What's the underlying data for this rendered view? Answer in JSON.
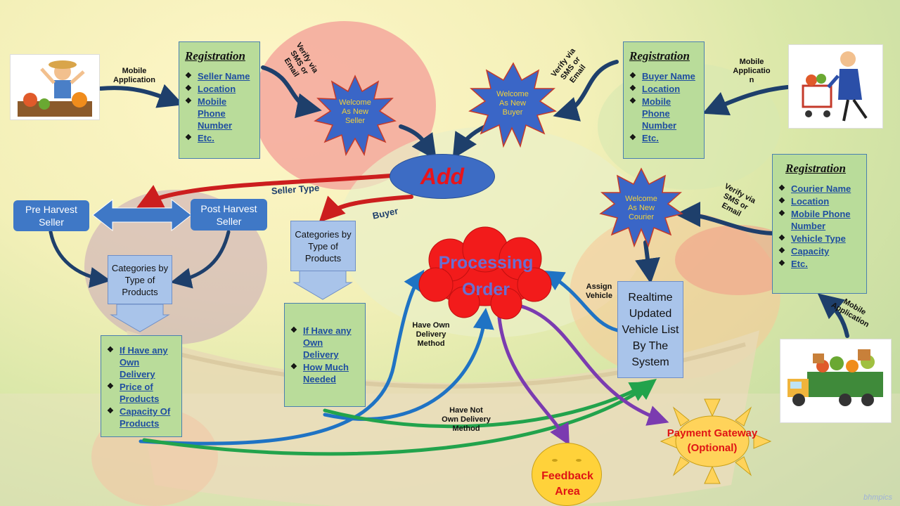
{
  "colors": {
    "green_box": "#b9dc9a",
    "blue_button": "#3f78c6",
    "category_box": "#a9c4ea",
    "starburst": "#3a66c7",
    "add_oval": "#3d6cc4",
    "add_text": "#e8141b",
    "processing_cloud": "#f21b1b",
    "processing_text": "#6a6fd1",
    "red_arrow": "#cc1e1e",
    "dark_arrow": "#1e3f6b",
    "blue_arrow": "#1f73c4",
    "green_arrow": "#22a34c",
    "purple_arrow": "#7b3bb0",
    "feedback_circle": "#ffd23a",
    "sun_rays": "#ffd35a"
  },
  "seller_registration": {
    "title": "Registration",
    "items": [
      "Seller Name",
      "Location",
      "Mobile Phone Number",
      "Etc."
    ]
  },
  "buyer_registration": {
    "title": "Registration",
    "items": [
      "Buyer Name",
      "Location",
      "Mobile Phone Number",
      "Etc."
    ]
  },
  "courier_registration": {
    "title": "Registration",
    "items": [
      "Courier Name",
      "Location",
      "Mobile Phone Number",
      "Vehicle Type",
      "Capacity",
      "Etc."
    ]
  },
  "labels": {
    "mobile_application": "Mobile Application",
    "buyer_mobile_app": "Mobile Applicatio n",
    "courier_mobile_app": "Mobile Application",
    "verify_seller": "Verify via SMS or Email",
    "verify_buyer": "Verify via SMS or Email",
    "verify_courier": "Verify via SMS or Email",
    "seller_type": "Seller Type",
    "buyer": "Buyer",
    "assign_vehicle": "Assign Vehicle",
    "have_own_delivery": "Have Own Delivery Method",
    "have_not_own_delivery": "Have Not Own Delivery Method"
  },
  "welcome": {
    "seller": "Welcome As New Seller",
    "buyer": "Welcome As New Buyer",
    "courier": "Welcome As New Courier"
  },
  "add_label": "Add",
  "processing_order": "Processing Order",
  "pre_harvest": "Pre Harvest Seller",
  "post_harvest": "Post Harvest Seller",
  "seller_categories": "Categories by Type of Products",
  "buyer_categories": "Categories by Type of Products",
  "seller_details": [
    "If Have any Own Delivery",
    "Price of Products",
    "Capacity Of Products"
  ],
  "buyer_details": [
    "If Have any Own Delivery",
    "How Much Needed"
  ],
  "vehicle_list": "Realtime Updated Vehicle List By The System",
  "feedback": "Feedback Area",
  "payment": "Payment Gateway (Optional)",
  "icons": {
    "farmer": "farmer-clipart",
    "shopper": "shopper-cart-clipart",
    "truck": "delivery-truck-clipart"
  },
  "watermark": "bhmpics"
}
